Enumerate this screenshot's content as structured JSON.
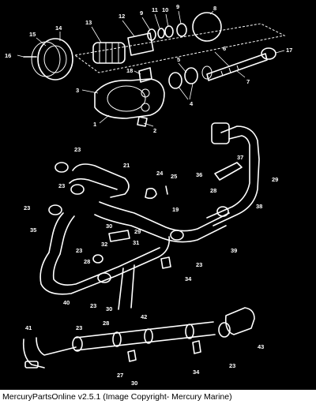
{
  "caption": "MercuryPartsOnline v2.5.1 (Image Copyright- Mercury Marine)",
  "callouts": [
    "1",
    "2",
    "3",
    "4",
    "5",
    "6",
    "7",
    "8",
    "9",
    "10",
    "11",
    "12",
    "13",
    "14",
    "15",
    "16",
    "17",
    "18",
    "19",
    "21",
    "23",
    "24",
    "25",
    "27",
    "28",
    "29",
    "30",
    "31",
    "32",
    "34",
    "35",
    "36",
    "37",
    "38",
    "39",
    "40",
    "41",
    "42",
    "43"
  ],
  "labels": {
    "c15": "15",
    "c14": "14",
    "c13": "13",
    "c12": "12",
    "c9a": "9",
    "c11": "11",
    "c10": "10",
    "c9b": "9",
    "c8": "8",
    "c16": "16",
    "c6": "6",
    "c17": "17",
    "c3": "3",
    "c18": "18",
    "c5": "5",
    "c4": "4",
    "c7": "7",
    "c1": "1",
    "c2": "2",
    "c23a": "23",
    "c21": "21",
    "c23b": "23",
    "c24": "24",
    "c25": "25",
    "c36": "36",
    "c37": "37",
    "c28a": "28",
    "c29a": "29",
    "c23c": "23",
    "c19": "19",
    "c38": "38",
    "c35": "35",
    "c30a": "30",
    "c29b": "29",
    "c32": "32",
    "c31": "31",
    "c23d": "23",
    "c39": "39",
    "c28b": "28",
    "c23e": "23",
    "c34a": "34",
    "c40": "40",
    "c23f": "23",
    "c30b": "30",
    "c42": "42",
    "c41": "41",
    "c23g": "23",
    "c28c": "28",
    "c43": "43",
    "c27": "27",
    "c30c": "30",
    "c34b": "34",
    "c23h": "23"
  },
  "colors": {
    "background": "#000000",
    "linework": "#ffffff",
    "caption_bg": "#ffffff",
    "caption_text": "#000000"
  }
}
